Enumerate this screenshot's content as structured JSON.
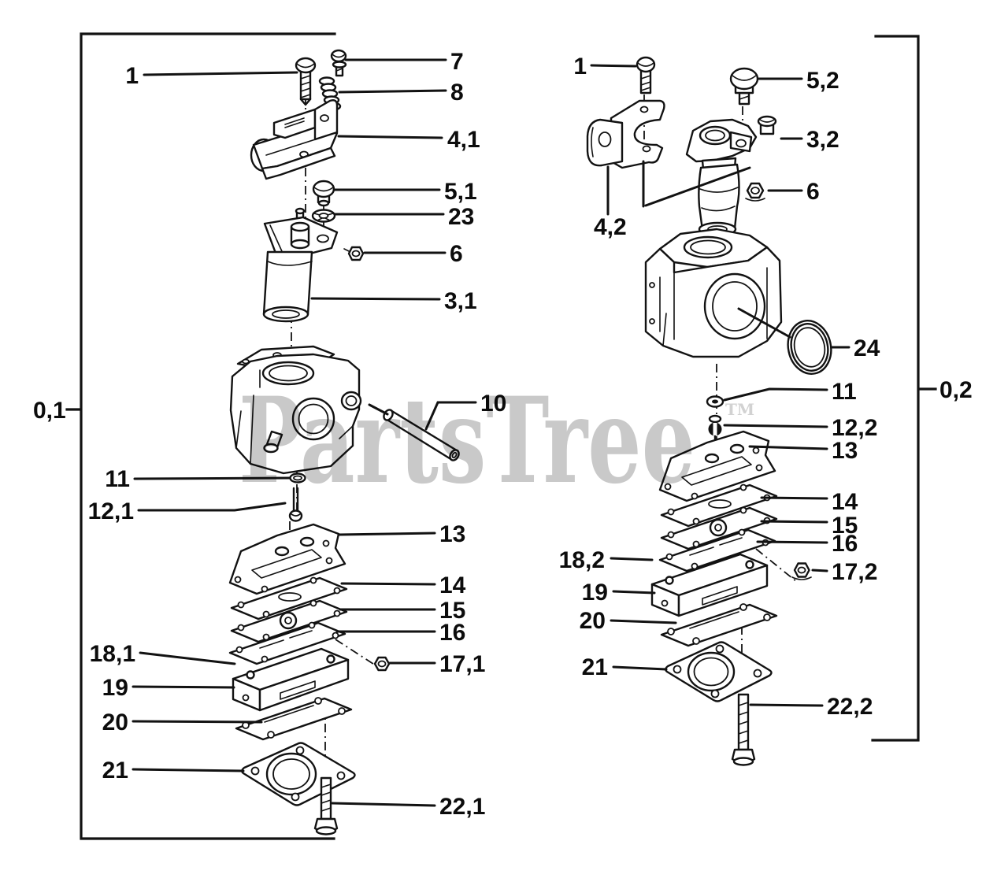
{
  "watermark": {
    "text": "PartsTree",
    "tm": "TM"
  },
  "colors": {
    "line": "#121212",
    "watermark": "#c9c9c9",
    "watermark_tm": "#d2d2d2",
    "background": "#ffffff"
  },
  "diagram": {
    "left_assembly": {
      "group_label": "0,1",
      "callouts": {
        "c1": "1",
        "c7": "7",
        "c8": "8",
        "c4_1": "4,1",
        "c5_1": "5,1",
        "c23": "23",
        "c6": "6",
        "c3_1": "3,1",
        "c10": "10",
        "c11": "11",
        "c12_1": "12,1",
        "c13": "13",
        "c14": "14",
        "c15": "15",
        "c16": "16",
        "c18_1": "18,1",
        "c17_1": "17,1",
        "c19": "19",
        "c20": "20",
        "c21": "21",
        "c22_1": "22,1"
      }
    },
    "right_assembly": {
      "group_label": "0,2",
      "callouts": {
        "c1": "1",
        "c5_2": "5,2",
        "c3_2": "3,2",
        "c6": "6",
        "c4_2": "4,2",
        "c24": "24",
        "c11": "11",
        "c12_2": "12,2",
        "c13": "13",
        "c14": "14",
        "c15": "15",
        "c16": "16",
        "c18_2": "18,2",
        "c17_2": "17,2",
        "c19": "19",
        "c20": "20",
        "c21": "21",
        "c22_2": "22,2"
      }
    }
  }
}
